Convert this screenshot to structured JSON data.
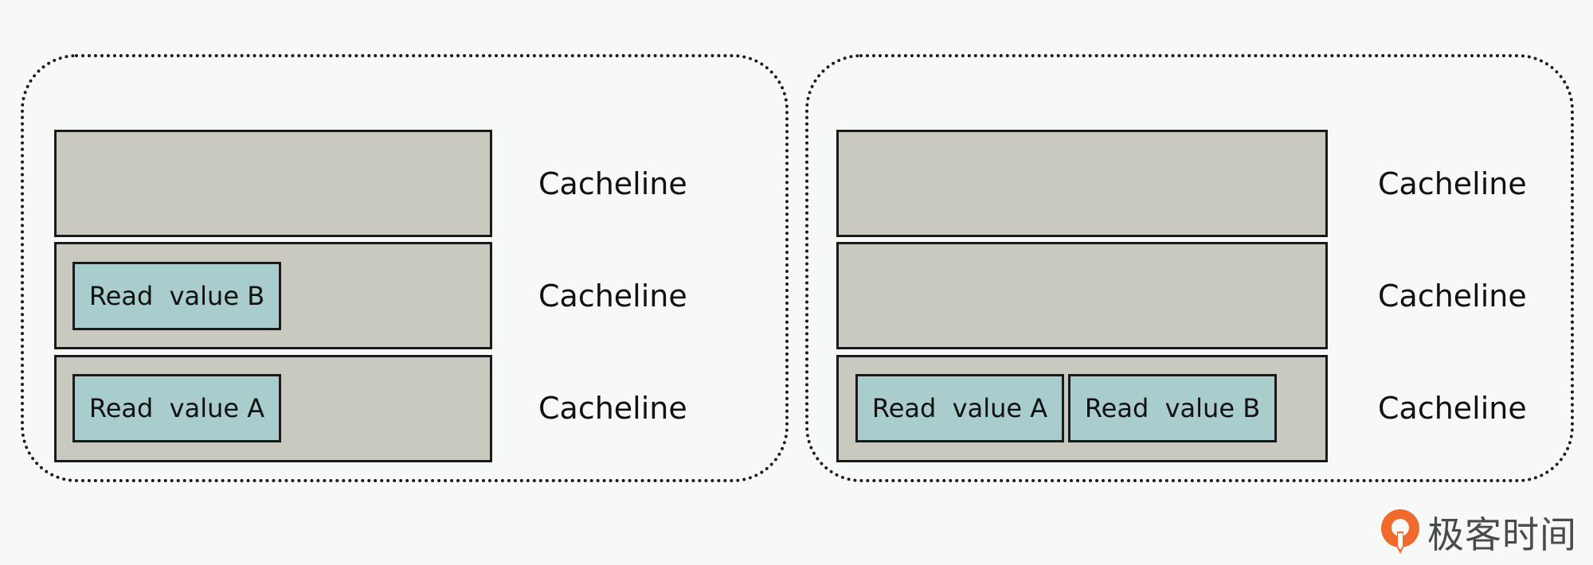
{
  "left_panel": {
    "lines": [
      {
        "label": "Cacheline",
        "reads": []
      },
      {
        "label": "Cacheline",
        "reads": [
          "Read  value B"
        ]
      },
      {
        "label": "Cacheline",
        "reads": [
          "Read  value A"
        ]
      }
    ]
  },
  "right_panel": {
    "lines": [
      {
        "label": "Cacheline",
        "reads": []
      },
      {
        "label": "Cacheline",
        "reads": []
      },
      {
        "label": "Cacheline",
        "reads": [
          "Read  value A",
          "Read  value B"
        ]
      }
    ]
  },
  "colors": {
    "cacheline_fill": "#c9c9c0",
    "read_fill": "#a8cdcc",
    "border": "#1a1a1a",
    "brand_orange": "#f0692d"
  },
  "brand": {
    "name": "极客时间",
    "icon": "geektime-logo-icon"
  }
}
